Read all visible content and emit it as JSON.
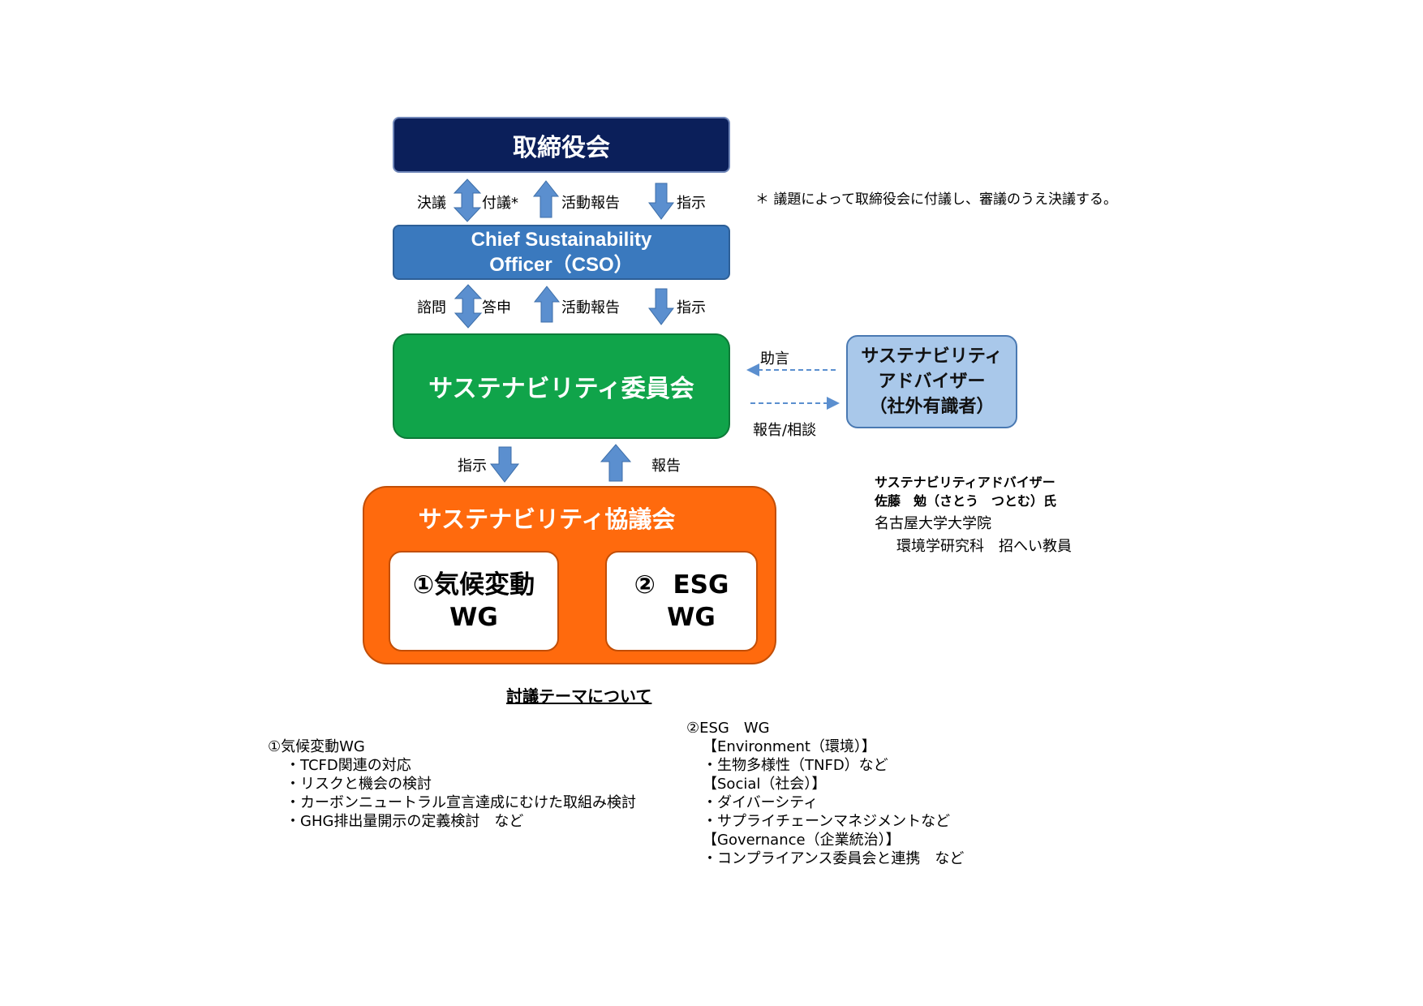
{
  "board": {
    "label": "取締役会"
  },
  "cso": {
    "line1": "Chief Sustainability",
    "line2": "Officer（CSO）"
  },
  "committee": {
    "label": "サステナビリティ委員会"
  },
  "advisor": {
    "line1": "サステナビリティ",
    "line2": "アドバイザー",
    "line3": "（社外有識者）"
  },
  "council": {
    "title": "サステナビリティ協議会",
    "wg1": {
      "line1": "①気候変動",
      "line2": "WG"
    },
    "wg2": {
      "line1": "②  ESG",
      "line2": "WG"
    }
  },
  "labels_board_cso": {
    "resolve": "決議",
    "submit": "付議*",
    "report": "活動報告",
    "instruct": "指示"
  },
  "labels_cso_committee": {
    "inquiry": "諮問",
    "reply": "答申",
    "report": "活動報告",
    "instruct": "指示"
  },
  "labels_committee_council": {
    "instruct": "指示",
    "report": "報告"
  },
  "labels_advisor": {
    "advice": "助言",
    "consult": "報告/相談"
  },
  "footnote": "＊ 議題によって取締役会に付議し、審議のうえ決議する。",
  "advisor_info": {
    "line1": "サステナビリティアドバイザー",
    "line2": "佐藤　勉（さとう　つとむ）氏",
    "line3": "名古屋大学大学院",
    "line4": "環境学研究科　招へい教員"
  },
  "topics": {
    "title": "討議テーマについて",
    "wg1": {
      "heading": "①気候変動WG",
      "items": [
        "・TCFD関連の対応",
        "・リスクと機会の検討",
        "・カーボンニュートラル宣言達成にむけた取組み検討",
        "・GHG排出量開示の定義検討　など"
      ]
    },
    "wg2": {
      "heading": "②ESG　WG",
      "lines": [
        "【Environment（環境）】",
        "・生物多様性（TNFD）など",
        "【Social（社会）】",
        "・ダイバーシティ",
        "・サプライチェーンマネジメントなど",
        "【Governance（企業統治）】",
        "・コンプライアンス委員会と連携　など"
      ]
    }
  },
  "colors": {
    "board": "#0b1f5a",
    "cso": "#3a79be",
    "committee": "#10a44a",
    "advisor": "#a9c8ea",
    "council": "#ff6a0d",
    "arrow": "#5b8fcf"
  }
}
